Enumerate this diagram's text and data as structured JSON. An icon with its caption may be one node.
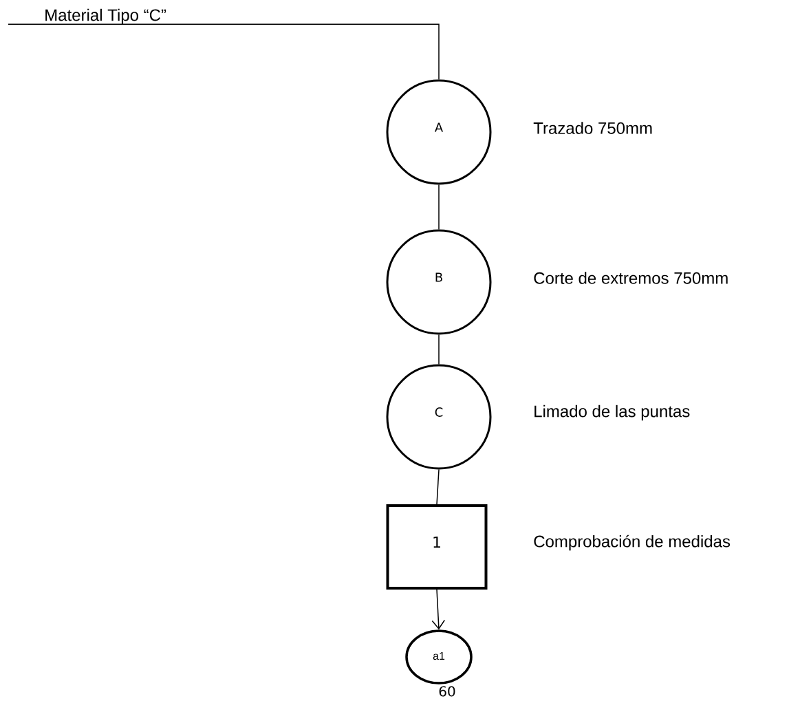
{
  "diagram": {
    "nodes": [
      {
        "text": [
          "Material Tipo “C”"
        ]
      },
      {
        "text": [
          "A"
        ],
        "beside": [
          "Trazado 750mm"
        ]
      },
      {
        "text": [
          "B"
        ],
        "beside": [
          "Corte de extremos 750mm"
        ]
      },
      {
        "text": [
          "C"
        ],
        "beside": [
          "Limado de las puntas"
        ]
      },
      {
        "text": [
          "1"
        ],
        "beside": [
          "Comprobación de medidas"
        ]
      },
      {
        "text": [
          "a1"
        ]
      }
    ],
    "edges": [
      {
        "from": 0,
        "to": 1,
        "arrow": "none"
      },
      {
        "from": 1,
        "to": 2,
        "arrow": "none"
      },
      {
        "from": 2,
        "to": 3,
        "arrow": "none"
      },
      {
        "from": 3,
        "to": 4,
        "arrow": "none"
      },
      {
        "from": 4,
        "to": 5,
        "arrow": "to"
      }
    ],
    "labels": [
      "60"
    ]
  }
}
